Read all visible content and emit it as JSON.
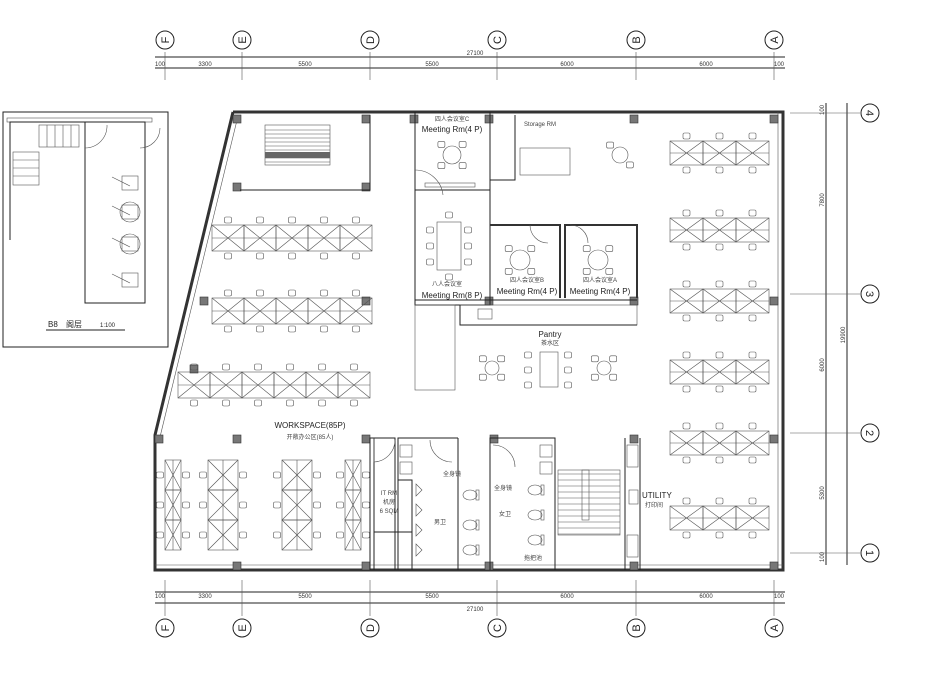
{
  "axes": {
    "columns": [
      "F",
      "E",
      "D",
      "C",
      "B",
      "A"
    ],
    "rows": [
      "4",
      "3",
      "2",
      "1"
    ]
  },
  "dimensions": {
    "top_total": "27100",
    "top_segments": [
      "100",
      "3300",
      "5500",
      "5500",
      "6000",
      "6000",
      "100"
    ],
    "bottom_total": "27100",
    "bottom_segments": [
      "100",
      "3300",
      "5500",
      "5500",
      "6000",
      "6000",
      "100"
    ],
    "right_total": "19900",
    "right_segments": [
      "100",
      "7800",
      "6000",
      "5300",
      "100"
    ]
  },
  "rooms": {
    "meeting_c_cn": "四人会议室C",
    "meeting_c": "Meeting Rm(4 P)",
    "storage": "Storage RM",
    "meeting_8_cn": "八人会议室",
    "meeting_8": "Meeting Rm(8 P)",
    "meeting_b_cn": "四人会议室B",
    "meeting_b": "Meeting Rm(4 P)",
    "meeting_a_cn": "四人会议室A",
    "meeting_a": "Meeting Rm(4 P)",
    "pantry": "Pantry",
    "pantry_cn": "茶水区",
    "workspace": "WORKSPACE(85P)",
    "workspace_cn": "开敞办公区(85人)",
    "it_rm": "IT RM",
    "it_rm_cn": "机房",
    "it_rm_area": "6 SQM",
    "male_wc": "男卫",
    "female_wc": "女卫",
    "mirror_1": "全身镜",
    "mirror_2": "全身镜",
    "mop_sink": "拖把池",
    "utility": "UTILITY",
    "utility_cn": "打印间"
  },
  "inset": {
    "title": "B8",
    "title_cn": "阁层",
    "scale": "1:100"
  }
}
